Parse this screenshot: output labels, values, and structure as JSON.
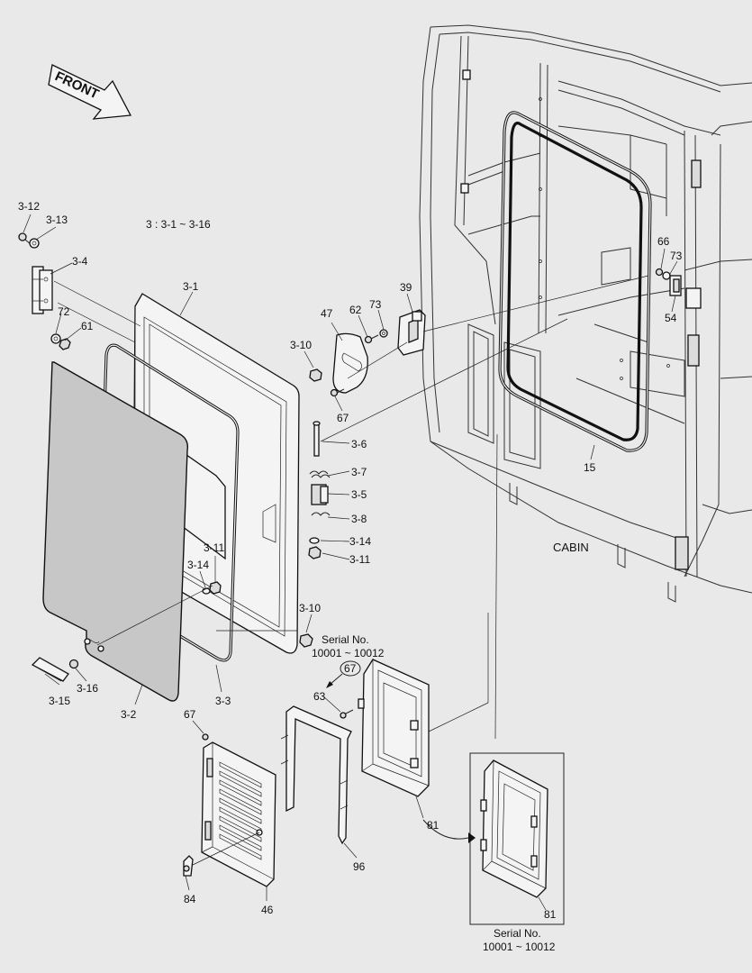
{
  "front_arrow": "FRONT",
  "legend": "3 : 3-1 ~ 3-16",
  "cabin_label": "CABIN",
  "serial_note": {
    "title": "Serial No.",
    "range": "10001 ~ 10012",
    "circled": "67"
  },
  "inset_note": {
    "title": "Serial No.",
    "range": "10001 ~ 10012"
  },
  "callouts": {
    "c3_12": "3-12",
    "c3_13": "3-13",
    "c3_4": "3-4",
    "c72": "72",
    "c61": "61",
    "c3_1": "3-1",
    "c3_10a": "3-10",
    "c3_10b": "3-10",
    "c3_6": "3-6",
    "c3_7": "3-7",
    "c3_5": "3-5",
    "c3_8": "3-8",
    "c3_14a": "3-14",
    "c3_11a": "3-11",
    "c3_11b": "3-11",
    "c3_14b": "3-14",
    "c3_15": "3-15",
    "c3_16": "3-16",
    "c3_2": "3-2",
    "c3_3": "3-3",
    "c47": "47",
    "c62": "62",
    "c73a": "73",
    "c39": "39",
    "c67a": "67",
    "c66": "66",
    "c73b": "73",
    "c54": "54",
    "c15": "15",
    "c63": "63",
    "c67b": "67",
    "c81a": "81",
    "c81b": "81",
    "c96": "96",
    "c84": "84",
    "c46": "46"
  }
}
